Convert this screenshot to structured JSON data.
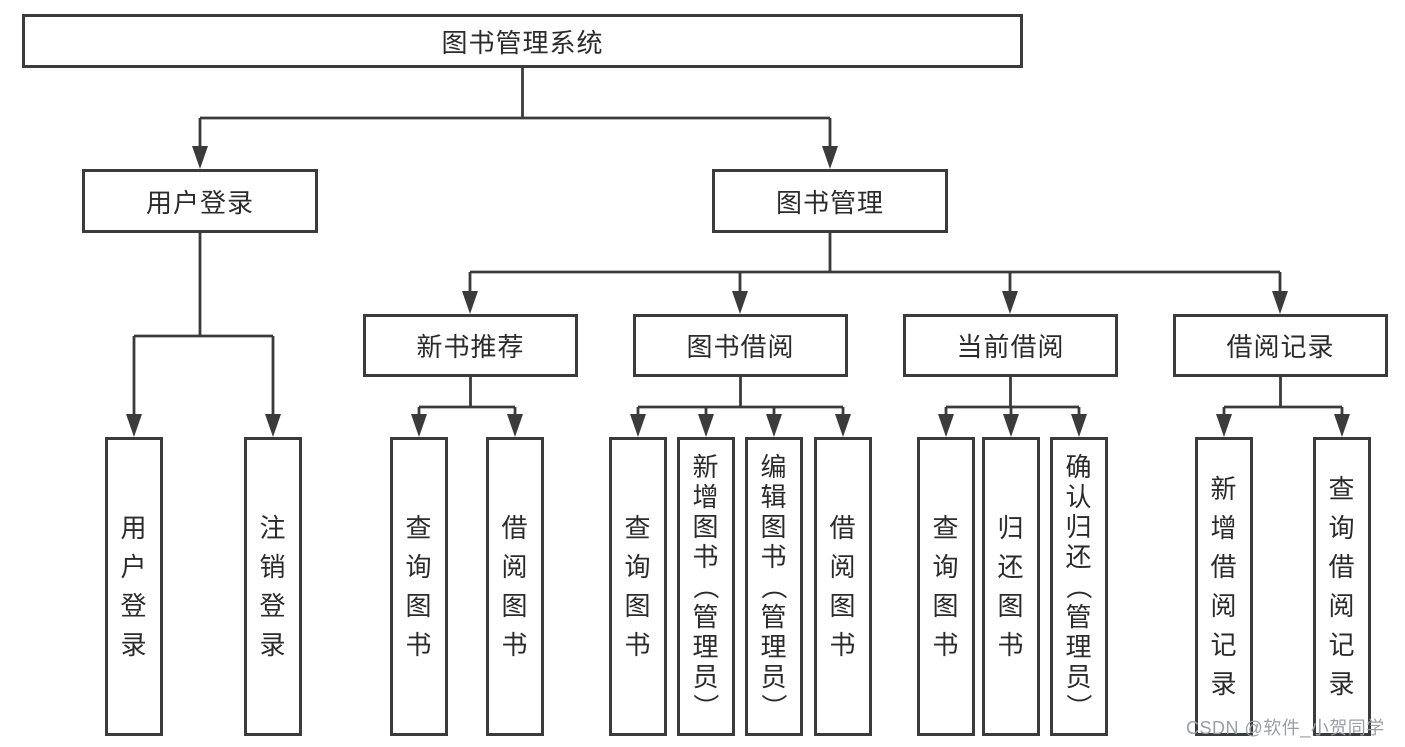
{
  "watermark": {
    "text": "CSDN @软件_小贺同学"
  },
  "colors": {
    "line": "#3b3b3b",
    "box_border": "#3b3b3b",
    "text": "#2b2b2b",
    "background": "#ffffff",
    "watermark": "#9b9ea4"
  },
  "tree": {
    "label": "图书管理系统",
    "children": [
      {
        "label": "用户登录",
        "children": [
          {
            "label": "用户登录"
          },
          {
            "label": "注销登录"
          }
        ]
      },
      {
        "label": "图书管理",
        "children": [
          {
            "label": "新书推荐",
            "children": [
              {
                "label": "查询图书"
              },
              {
                "label": "借阅图书"
              }
            ]
          },
          {
            "label": "图书借阅",
            "children": [
              {
                "label": "查询图书"
              },
              {
                "label": "新增图书（管理员）"
              },
              {
                "label": "编辑图书（管理员）"
              },
              {
                "label": "借阅图书"
              }
            ]
          },
          {
            "label": "当前借阅",
            "children": [
              {
                "label": "查询图书"
              },
              {
                "label": "归还图书"
              },
              {
                "label": "确认归还（管理员）"
              }
            ]
          },
          {
            "label": "借阅记录",
            "children": [
              {
                "label": "新增借阅记录"
              },
              {
                "label": "查询借阅记录"
              }
            ]
          }
        ]
      }
    ]
  }
}
